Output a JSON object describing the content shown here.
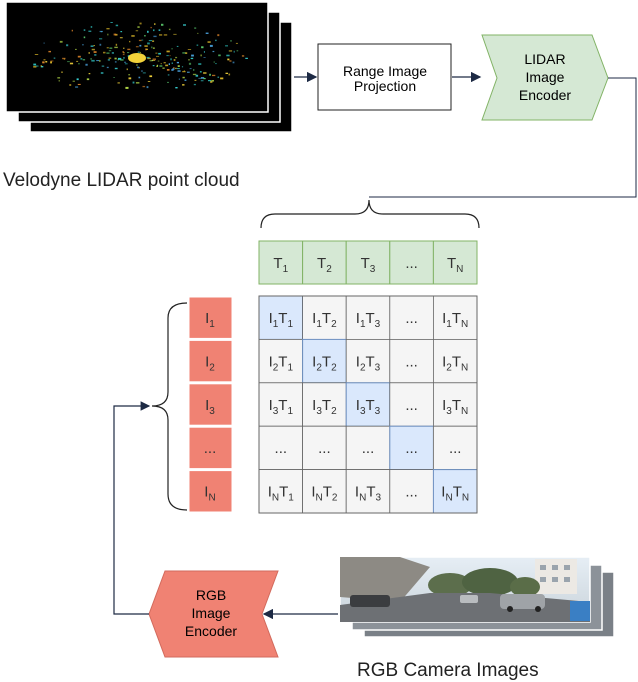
{
  "lidar": {
    "caption": "Velodyne LIDAR point cloud",
    "projection_label_line1": "Range Image",
    "projection_label_line2": "Projection",
    "encoder_line1": "LIDAR",
    "encoder_line2": "Image",
    "encoder_line3": "Encoder"
  },
  "rgb": {
    "caption": "RGB Camera Images",
    "encoder_line1": "RGB",
    "encoder_line2": "Image",
    "encoder_line3": "Encoder"
  },
  "matrix": {
    "col_headers": [
      {
        "base": "T",
        "sub": "1"
      },
      {
        "base": "T",
        "sub": "2"
      },
      {
        "base": "T",
        "sub": "3"
      },
      {
        "base": "...",
        "sub": ""
      },
      {
        "base": "T",
        "sub": "N"
      }
    ],
    "row_headers": [
      {
        "base": "I",
        "sub": "1"
      },
      {
        "base": "I",
        "sub": "2"
      },
      {
        "base": "I",
        "sub": "3"
      },
      {
        "base": "...",
        "sub": ""
      },
      {
        "base": "I",
        "sub": "N"
      }
    ],
    "ellipsis": "...",
    "colors": {
      "text_header": "#d5e8d4",
      "text_header_border": "#82b366",
      "image_header": "#f08273",
      "diagonal": "#dae8fc",
      "diagonal_border": "#6c8ebf",
      "cell": "#f5f5f5",
      "cell_border": "#666666"
    }
  }
}
